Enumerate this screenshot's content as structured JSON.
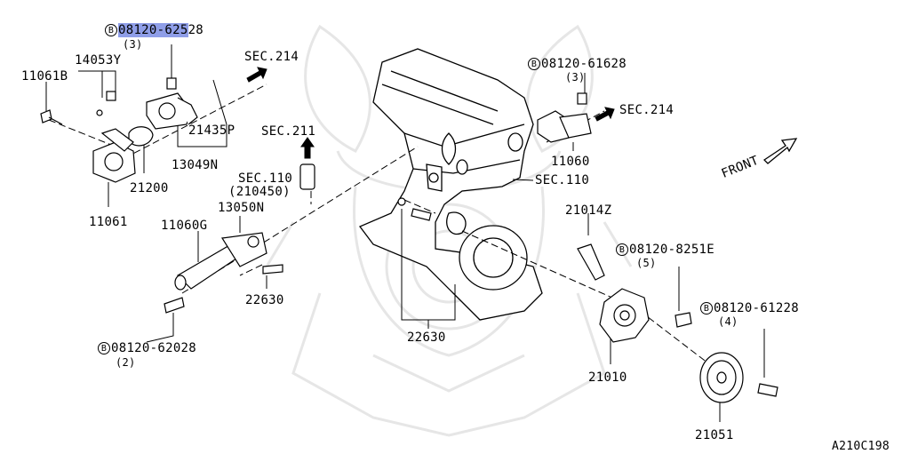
{
  "diagram": {
    "id_code": "A210C198",
    "front_label": "FRONT",
    "bolt_prefix": "B",
    "labels": {
      "bolt_62528": "08120-62528",
      "bolt_62528_qty": "(3)",
      "bolt_62528_highlight": "08120-625",
      "bolt_62528_rest": "28",
      "p14053y": "14053Y",
      "p11061b": "11061B",
      "sec214_left": "SEC.214",
      "p21435p": "21435P",
      "p13049n": "13049N",
      "p21200": "21200",
      "p11061": "11061",
      "sec211": "SEC.211",
      "sec110_mid": "SEC.110",
      "sec110_mid_sub": "(210450)",
      "p13050n": "13050N",
      "p11060g": "11060G",
      "p22630_left": "22630",
      "bolt_62028": "08120-62028",
      "bolt_62028_qty": "(2)",
      "bolt_61628": "08120-61628",
      "bolt_61628_qty": "(3)",
      "sec214_right": "SEC.214",
      "p11060": "11060",
      "sec110_right": "SEC.110",
      "p21014z": "21014Z",
      "bolt_8251e": "08120-8251E",
      "bolt_8251e_qty": "(5)",
      "bolt_61228": "08120-61228",
      "bolt_61228_qty": "(4)",
      "p22630_center": "22630",
      "p21010": "21010",
      "p21051": "21051"
    }
  }
}
